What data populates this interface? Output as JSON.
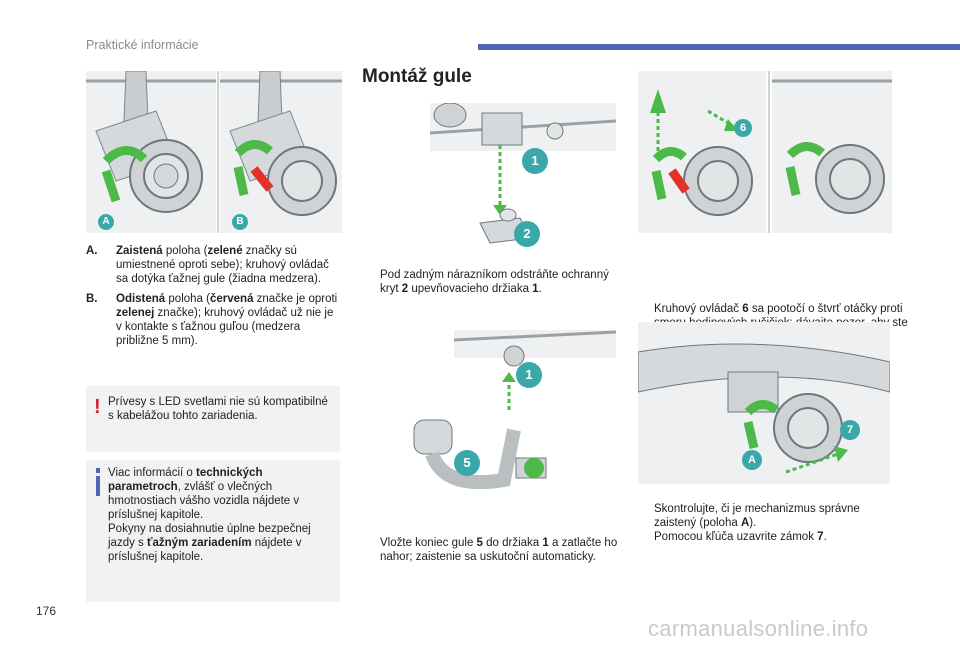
{
  "header": {
    "section_title": "Praktické informácie",
    "bar_color": "#4a67b0"
  },
  "page_number": "176",
  "watermark": "carmanualsonline.info",
  "heading": "Montáž gule",
  "figures": {
    "a": {
      "badge": "A"
    },
    "b": {
      "badge": "B"
    },
    "install_1": {
      "callouts": [
        "1",
        "2"
      ]
    },
    "install_2": {
      "callouts": [
        "1",
        "5"
      ]
    },
    "rotate": {
      "callouts": [
        "6"
      ]
    },
    "lock": {
      "callouts": [
        "7",
        "A"
      ]
    }
  },
  "left": {
    "items": [
      {
        "label": "A.",
        "parts": [
          "Zaistená",
          " poloha (",
          "zelené",
          " značky sú umiestnené oproti sebe); kruhový ovládač sa dotýka ťažnej gule (žiadna medzera)."
        ]
      },
      {
        "label": "B.",
        "parts": [
          "Odistená",
          " poloha (",
          "červená",
          " značke je oproti ",
          "zelenej",
          " značke); kruhový ovládač už nie je v kontakte s ťažnou guľou (medzera približne 5 mm)."
        ]
      }
    ],
    "warning_note": "Prívesy s LED svetlami nie sú kompatibilné s kabelážou tohto zariadenia.",
    "info_note": {
      "p1": [
        "Viac informácií o ",
        "technických parametroch",
        ", zvlášť o vlečných hmotnostiach vášho vozidla nájdete v príslušnej kapitole."
      ],
      "p2": [
        "Pokyny na dosiahnutie úplne bezpečnej jazdy s ",
        "ťažným zariadením",
        " nájdete v príslušnej kapitole."
      ]
    }
  },
  "middle": {
    "step1": [
      "Pod zadným nárazníkom odstráňte ochranný kryt ",
      "2",
      " upevňovacieho držiaka ",
      "1",
      "."
    ],
    "step2": [
      "Vložte koniec gule ",
      "5",
      " do držiaka ",
      "1",
      " a zatlačte ho nahor; zaistenie sa uskutoční automaticky."
    ]
  },
  "right": {
    "step1": [
      "Kruhový ovládač ",
      "6",
      " sa pootočí o štvrť otáčky proti smeru hodinových ručičiek; dávajte pozor, aby ste neponechali ruku v blízkosti!"
    ],
    "step2": [
      "Skontrolujte, či je mechanizmus správne zaistený (poloha ",
      "A",
      ")."
    ],
    "step3": [
      "Pomocou kľúča uzavrite zámok ",
      "7",
      "."
    ]
  },
  "bullet_symbol": "",
  "warning_symbol": "!",
  "colors": {
    "callout": "#3aa8a8",
    "green": "#4cba48",
    "red": "#e2312b",
    "note_bg": "#f1f2f3"
  }
}
